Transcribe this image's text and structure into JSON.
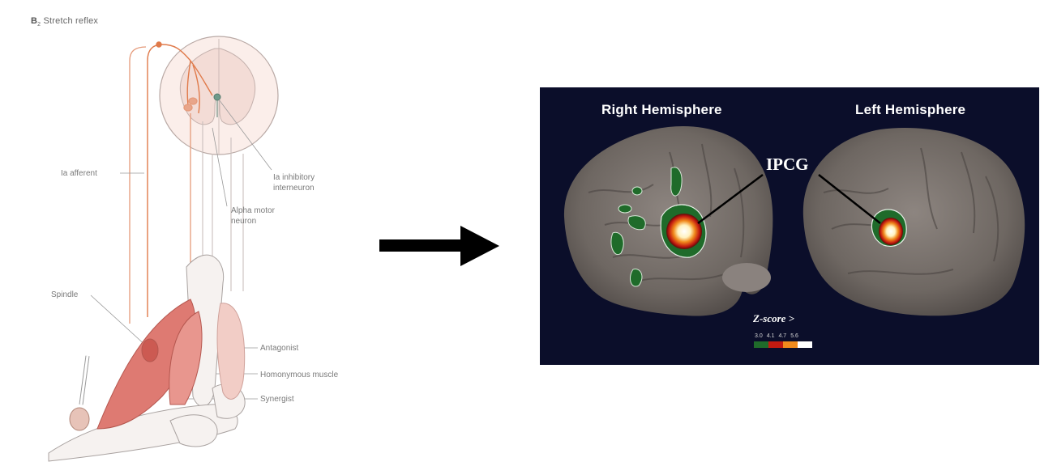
{
  "left_panel": {
    "title_prefix": "B",
    "title_sub": "2",
    "title": "Stretch reflex",
    "labels": {
      "ia_afferent": "Ia afferent",
      "ia_inhibitory_1": "Ia inhibitory",
      "ia_inhibitory_2": "interneuron",
      "alpha_motor_1": "Alpha motor",
      "alpha_motor_2": "neuron",
      "spindle": "Spindle",
      "antagonist": "Antagonist",
      "homonymous": "Homonymous muscle",
      "synergist": "Synergist"
    }
  },
  "right_panel": {
    "right_hemisphere": "Right Hemisphere",
    "left_hemisphere": "Left Hemisphere",
    "region_label": "IPCG",
    "zscore_label": "Z-score >",
    "scale_ticks": [
      "3.0",
      "4.1",
      "4.7",
      "5.6"
    ],
    "scale_colors": [
      "#1f6b2a",
      "#c21a10",
      "#f08a1c",
      "#ffffff"
    ]
  },
  "colors": {
    "nerve": "#e07a4a",
    "muscle": "#de7a72",
    "antagonist_muscle": "#f2cdc6",
    "brain_background": "#0b0e2a"
  }
}
